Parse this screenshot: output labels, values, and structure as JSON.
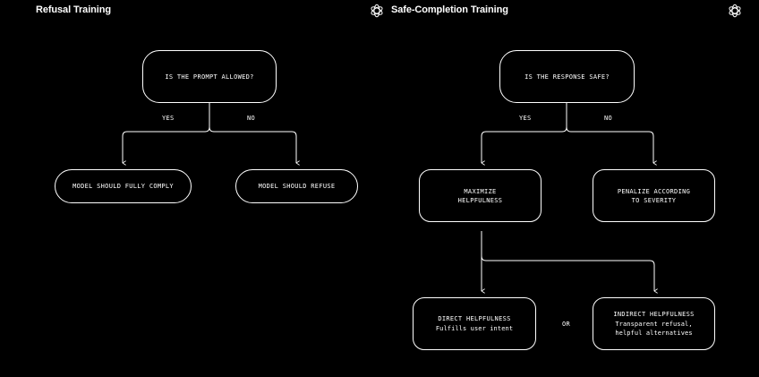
{
  "colors": {
    "background": "#000000",
    "foreground": "#ffffff"
  },
  "header": {
    "left_title": "Refusal Training",
    "right_title": "Safe-Completion Training",
    "logo_icon": "openai-logo-icon"
  },
  "refusal": {
    "question": "IS THE PROMPT ALLOWED?",
    "yes_label": "YES",
    "no_label": "NO",
    "comply": "MODEL SHOULD FULLY COMPLY",
    "refuse": "MODEL SHOULD REFUSE"
  },
  "safe_completion": {
    "question": "IS THE RESPONSE SAFE?",
    "yes_label": "YES",
    "no_label": "NO",
    "maximize": "MAXIMIZE\nHELPFULNESS",
    "penalize": "PENALIZE ACCORDING\nTO SEVERITY",
    "direct_title": "DIRECT HELPFULNESS",
    "direct_sub": "Fulfills user intent",
    "or_label": "OR",
    "indirect_title": "INDIRECT HELPFULNESS",
    "indirect_sub": "Transparent refusal,\nhelpful alternatives"
  }
}
